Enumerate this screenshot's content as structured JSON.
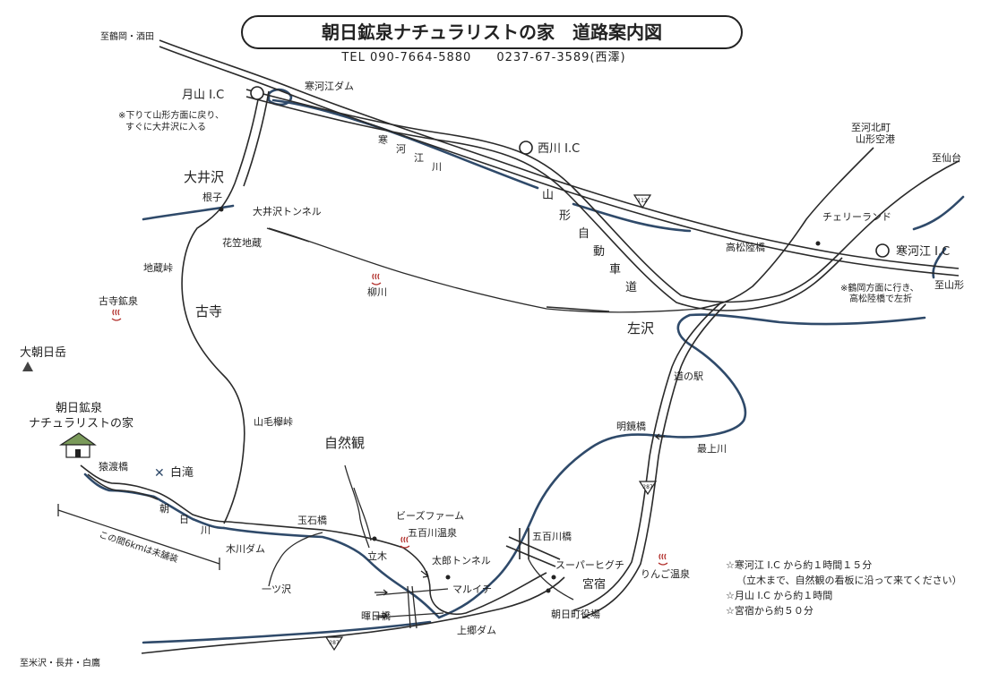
{
  "header": {
    "title": "朝日鉱泉ナチュラリストの家　道路案内図",
    "tel": "TEL 090-7664-5880　　0237-67-3589(西澤)"
  },
  "colors": {
    "river": "#2f4a6a",
    "road": "#2a2a2a",
    "onsen": "#b3322e"
  },
  "places": {
    "tsuruoka": "至鶴岡・酒田",
    "gassan_ic": "月山 I.C",
    "gassan_note_1": "※下りて山形方面に戻り、",
    "gassan_note_2": "すぐに大井沢に入る",
    "sagae_dam": "寒河江ダム",
    "sagae_river_1": "寒",
    "sagae_river_2": "河",
    "sagae_river_3": "江",
    "sagae_river_4": "川",
    "nishikawa_ic": "西川 I.C",
    "ooisawa": "大井沢",
    "nego": "根子",
    "ooisawa_tunnel": "大井沢トンネル",
    "hanagasa": "花笠地蔵",
    "jizo_pass": "地蔵峠",
    "furudera_onsen": "古寺鉱泉",
    "furudera": "古寺",
    "yanagawa": "柳川",
    "oasahi": "大朝日岳",
    "house_1": "朝日鉱泉",
    "house_2": "ナチュラリストの家",
    "sarumawashi": "猿渡橋",
    "shirataki": "白滝",
    "asahi_river_1": "朝",
    "asahi_river_2": "日",
    "asahi_river_3": "川",
    "kigawa_dam": "木川ダム",
    "gravel_note": "この間6kmは未舗装",
    "yamake_pass": "山毛欅峠",
    "shizenkan": "自然観",
    "tamaishi": "玉石橋",
    "beads_farm": "ビーズファーム",
    "gohyakugawa_onsen": "五百川温泉",
    "tachiki": "立木",
    "taro_tunnel": "太郎トンネル",
    "hitotsusawa": "一ツ沢",
    "maruichi": "マルイチ",
    "hiyoribashi": "暉日橋",
    "kamigo_dam": "上郷ダム",
    "gohyakugawa_bridge": "五百川橋",
    "super_higuchi": "スーパーヒグチ",
    "miyajuku": "宮宿",
    "asahi_office": "朝日町役場",
    "ringo_onsen": "りんご温泉",
    "yonezawa": "至米沢・長井・白鷹",
    "route287": "287",
    "route287_b": "287",
    "route112": "112",
    "sashi": "左沢",
    "michinoeki": "道の駅",
    "meikyo": "明鏡橋",
    "mogami": "最上川",
    "yamagata_exp_1": "山",
    "yamagata_exp_2": "形",
    "yamagata_exp_3": "自",
    "yamagata_exp_4": "動",
    "yamagata_exp_5": "車",
    "yamagata_exp_6": "道",
    "kahoku_1": "至河北町",
    "kahoku_2": "山形空港",
    "sendai": "至仙台",
    "cherryland": "チェリーランド",
    "takamatsu": "高松陸橋",
    "sagae_ic": "寒河江 I.C",
    "yamagata": "至山形",
    "tsuruoka_note_1": "※鶴岡方面に行き、",
    "tsuruoka_note_2": "高松陸橋で左折"
  },
  "directions": [
    "☆寒河江 I.C から約１時間１５分",
    "（立木まで、自然観の看板に沿って来てください）",
    "☆月山 I.C から約１時間",
    "☆宮宿から約５０分"
  ]
}
